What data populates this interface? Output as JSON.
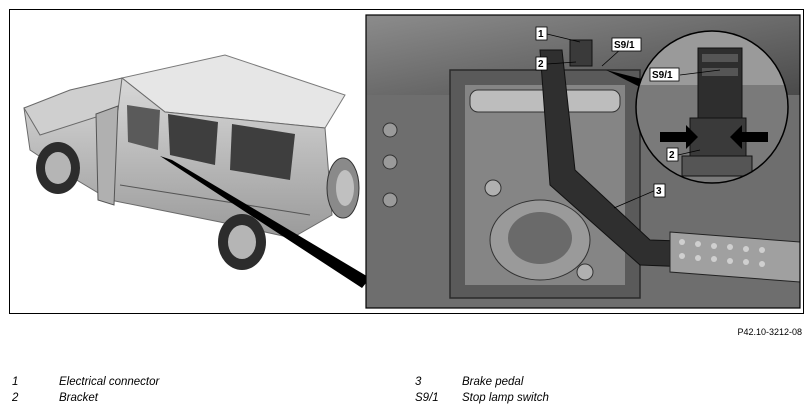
{
  "figure": {
    "reference": "P42.10-3212-08",
    "callouts": {
      "c1": "1",
      "c2": "2",
      "c3": "3",
      "s9a": "S9/1",
      "s9b": "S9/1",
      "c2b": "2"
    }
  },
  "legend": {
    "left": [
      {
        "num": "1",
        "text": "Electrical connector"
      },
      {
        "num": "2",
        "text": "Bracket"
      }
    ],
    "right": [
      {
        "num": "3",
        "text": "Brake pedal"
      },
      {
        "num": "S9/1",
        "text": "Stop lamp switch"
      }
    ]
  }
}
